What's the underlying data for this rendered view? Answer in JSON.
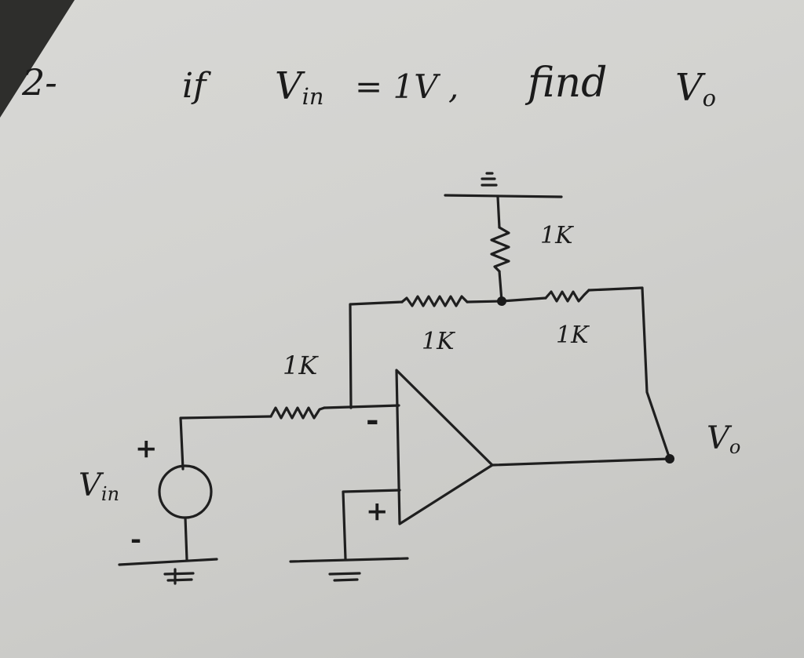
{
  "question": {
    "number": "2-",
    "prefix": "if",
    "vin_symbol": "V",
    "vin_subscript": "in",
    "condition": "= 1V ,",
    "find": "find",
    "vo_symbol": "V",
    "vo_subscript": "o"
  },
  "circuit": {
    "r_ground_label": "1K",
    "r_feedback_left_label": "1K",
    "r_feedback_right_label": "1K",
    "r_input_label": "1K",
    "opamp_inverting_sign": "-",
    "opamp_noninverting_sign": "+",
    "source_plus": "+",
    "source_minus": "-",
    "source_symbol": "V",
    "source_subscript": "in",
    "output_symbol": "V",
    "output_subscript": "o"
  },
  "colors": {
    "ink": "#1f1f1f",
    "paper": "#d3d3d0",
    "background": "#2e2e2c"
  }
}
